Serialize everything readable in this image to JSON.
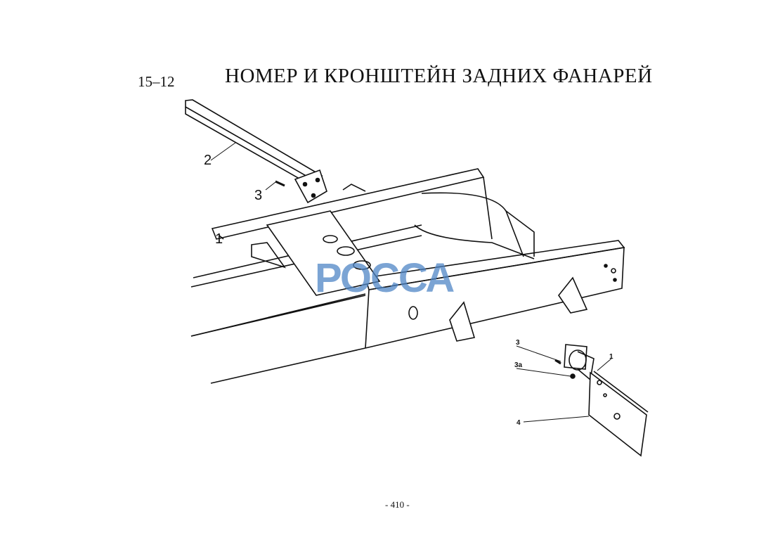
{
  "header": {
    "section_number": "15–12",
    "title": "НОМЕР И КРОНШТЕЙН ЗАДНИХ ФАНАРЕЙ"
  },
  "drawing": {
    "callouts": {
      "bracket": "2",
      "bolt_top": "3",
      "frame": "1",
      "lamp": "1",
      "bolt": "3",
      "washer": "3a",
      "plate": "4"
    },
    "watermark": "РОССА"
  },
  "footer": {
    "page_number": "- 410 -"
  }
}
